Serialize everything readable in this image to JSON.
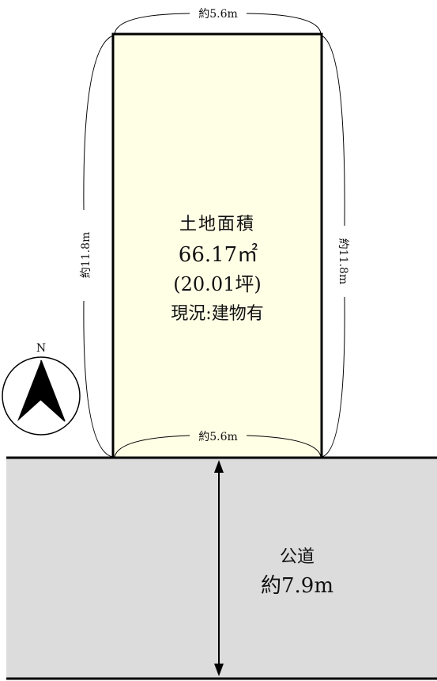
{
  "colors": {
    "lot_fill": "#ffffe6",
    "road_fill": "#dcdcdc",
    "line": "#000000"
  },
  "lot": {
    "area_label": "土地面積",
    "area_sqm": "66.17㎡",
    "area_tsubo": "(20.01坪)",
    "status": "現況:建物有"
  },
  "dimensions": {
    "top_width": "約5.6m",
    "bottom_width": "約5.6m",
    "left_depth": "約11.8m",
    "right_depth": "約11.8m"
  },
  "road": {
    "label": "公道",
    "width": "約7.9m"
  },
  "compass": {
    "north_label": "N",
    "icon": "north-arrow-icon"
  }
}
